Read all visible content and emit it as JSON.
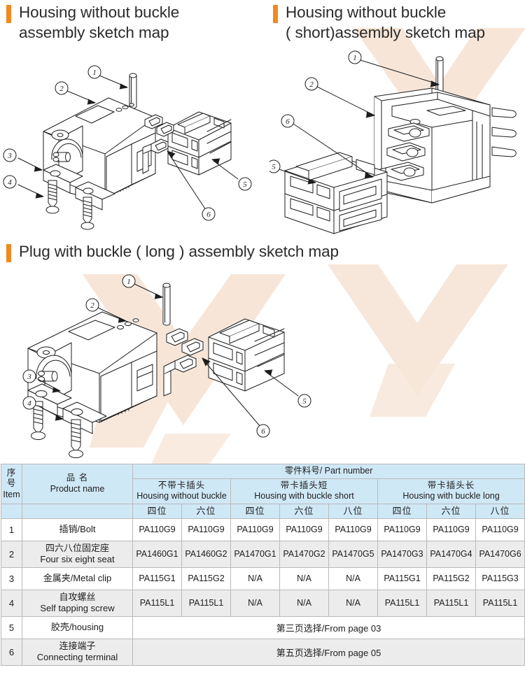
{
  "headings": [
    {
      "id": "h1",
      "text": "Housing without buckle\nassembly sketch map",
      "accent": "#f08a1e"
    },
    {
      "id": "h2",
      "text": "Housing without buckle\n( short)assembly sketch map",
      "accent": "#f08a1e"
    },
    {
      "id": "h3",
      "text": "Plug with buckle ( long ) assembly sketch map",
      "accent": "#f08a1e"
    }
  ],
  "figures": [
    {
      "id": "fig1",
      "caption": "Housing without buckle assembly sketch map",
      "callouts": [
        "1",
        "2",
        "3",
        "4",
        "5",
        "6"
      ]
    },
    {
      "id": "fig2",
      "caption": "Housing without buckle ( short ) assembly sketch map",
      "callouts": [
        "1",
        "2",
        "6",
        "5"
      ]
    },
    {
      "id": "fig3",
      "caption": "Plug with buckle ( long ) assembly sketch map",
      "callouts": [
        "1",
        "2",
        "3",
        "4",
        "5",
        "6"
      ]
    }
  ],
  "table": {
    "header": {
      "item_cn": "序 号",
      "item_en": "Item",
      "name_cn": "品  名",
      "name_en": "Product name",
      "part_number": "零件料号/ Part number",
      "groups": [
        {
          "cn": "不带卡插头",
          "en": "Housing without buckle",
          "widths": [
            "四位",
            "六位"
          ]
        },
        {
          "cn": "带卡插头短",
          "en": "Housing with buckle short",
          "widths": [
            "四位",
            "六位",
            "八位"
          ]
        },
        {
          "cn": "带卡插头长",
          "en": "Housing with buckle long",
          "widths": [
            "四位",
            "六位",
            "八位"
          ]
        }
      ]
    },
    "rows": [
      {
        "item": "1",
        "name_cn": "插销/Bolt",
        "name_en": "",
        "single_line": true,
        "values": [
          "PA110G9",
          "PA110G9",
          "PA110G9",
          "PA110G9",
          "PA110G9",
          "PA110G9",
          "PA110G9",
          "PA110G9"
        ]
      },
      {
        "item": "2",
        "name_cn": "四六八位固定座",
        "name_en": "Four six eight seat",
        "single_line": false,
        "values": [
          "PA1460G1",
          "PA1460G2",
          "PA1470G1",
          "PA1470G2",
          "PA1470G5",
          "PA1470G3",
          "PA1470G4",
          "PA1470G6"
        ]
      },
      {
        "item": "3",
        "name_cn": "金属夹/Metal clip",
        "name_en": "",
        "single_line": true,
        "values": [
          "PA115G1",
          "PA115G2",
          "N/A",
          "N/A",
          "N/A",
          "PA115G1",
          "PA115G2",
          "PA115G3"
        ]
      },
      {
        "item": "4",
        "name_cn": "自攻螺丝",
        "name_en": "Self tapping screw",
        "single_line": false,
        "values": [
          "PA115L1",
          "PA115L1",
          "N/A",
          "N/A",
          "N/A",
          "PA115L1",
          "PA115L1",
          "PA115L1"
        ]
      },
      {
        "item": "5",
        "name_cn": "胶壳/housing",
        "name_en": "",
        "single_line": true,
        "merged": "第三页选择/From page 03"
      },
      {
        "item": "6",
        "name_cn": "连接端子",
        "name_en": "Connecting terminal",
        "single_line": false,
        "merged": "第五页选择/From page 05"
      }
    ]
  },
  "colors": {
    "accent_orange": "#f08a1e",
    "header_blue": "#cfe8f6",
    "row_alt_gray": "#ececec",
    "watermark_peach": "#f7e6d8",
    "line_black": "#1d1d1d"
  }
}
